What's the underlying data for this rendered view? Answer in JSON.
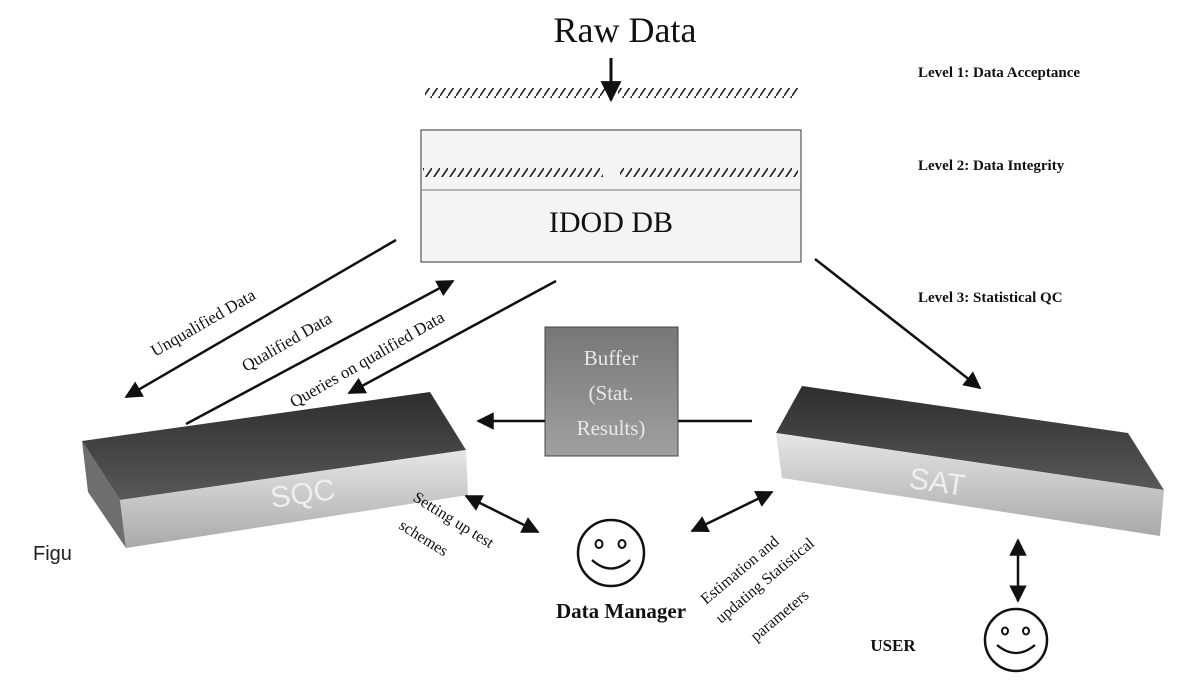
{
  "title": "Raw Data",
  "levels": [
    "Level 1: Data Acceptance",
    "Level 2: Data Integrity",
    "Level 3: Statistical QC"
  ],
  "database": "IDOD DB",
  "flows": {
    "unqualified": "Unqualified Data",
    "qualified": "Qualified Data",
    "queries": "Queries on qualified Data"
  },
  "buffer": [
    "Buffer",
    "(Stat.",
    "Results)"
  ],
  "modules": {
    "sqc": "SQC",
    "sat": "SAT"
  },
  "annotations": {
    "setting_up": [
      "Setting up test",
      "schemes"
    ],
    "estimation": [
      "Estimation and",
      "updating Statistical",
      "parameters"
    ]
  },
  "actors": {
    "data_manager": "Data Manager",
    "user": "USER"
  },
  "caption_fragment": "Figu",
  "colors": {
    "ink": "#111111",
    "box_fill": "#f4f4f4",
    "buffer_fill": "#8a8a8a",
    "buffer_text": "#e8e8e8",
    "module_top": "#3c3c3c",
    "module_front": "#cfcfcf"
  },
  "icons": [
    "down-arrow-icon",
    "smiley-face-icon"
  ]
}
